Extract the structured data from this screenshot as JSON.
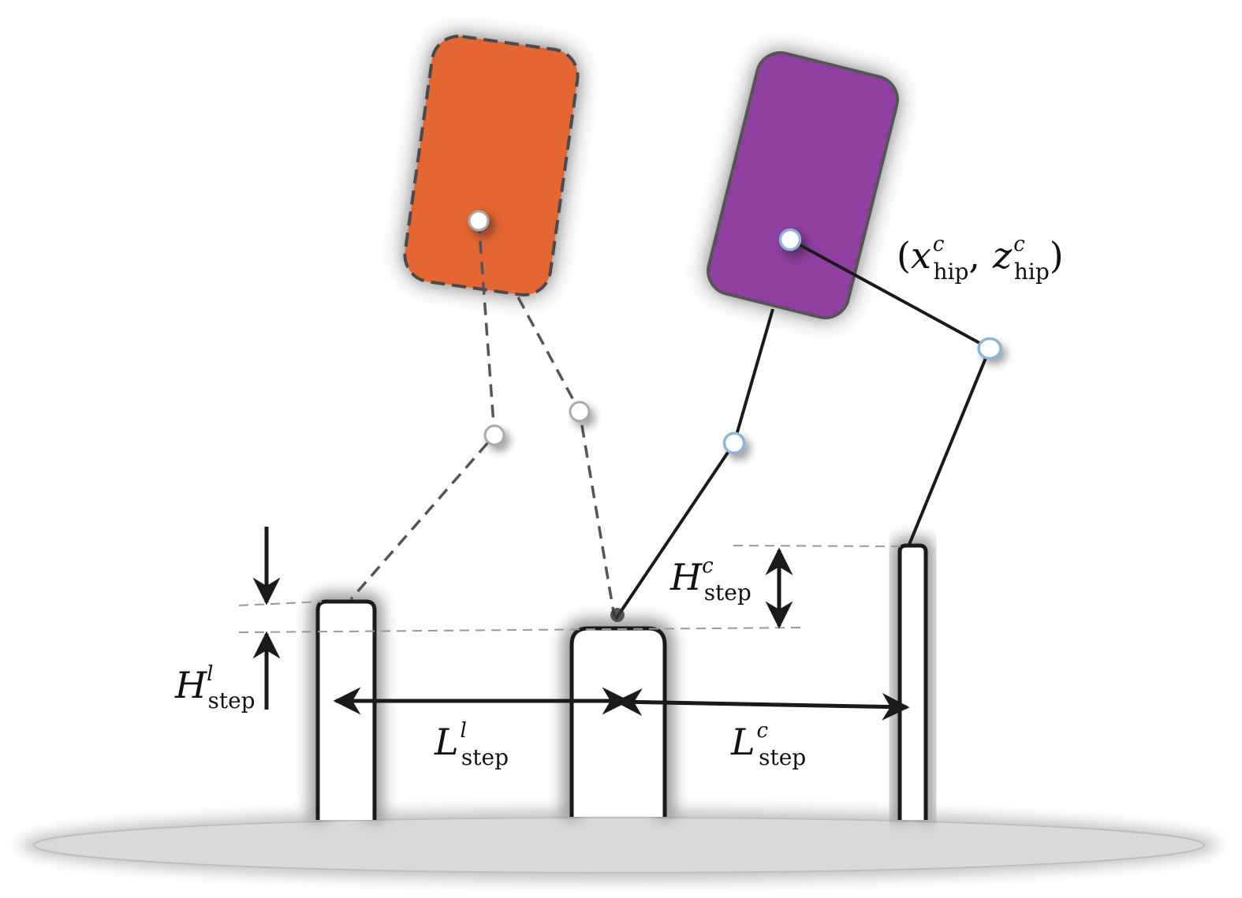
{
  "labels": {
    "hip_coord": {
      "open": "(",
      "x": "x",
      "x_sup": "c",
      "x_sub": "hip",
      "comma": ",",
      "z": "z",
      "z_sup": "c",
      "z_sub": "hip",
      "close": ")"
    },
    "h_step_current": {
      "main": "H",
      "sup": "c",
      "sub": "step"
    },
    "h_step_last": {
      "main": "H",
      "sup": "l",
      "sub": "step"
    },
    "l_step_last": {
      "main": "L",
      "sup": "l",
      "sub": "step"
    },
    "l_step_current": {
      "main": "L",
      "sup": "c",
      "sub": "step"
    }
  },
  "colors": {
    "previous_body": "#E36633",
    "current_body": "#8E3FA0",
    "ground": "#D9D9D9",
    "line": "#1A1A1A",
    "dashed_line": "#555555",
    "guide": "#999999",
    "joint_current_stroke": "#8FB4DA",
    "joint_previous_stroke": "#AAAAAA"
  }
}
